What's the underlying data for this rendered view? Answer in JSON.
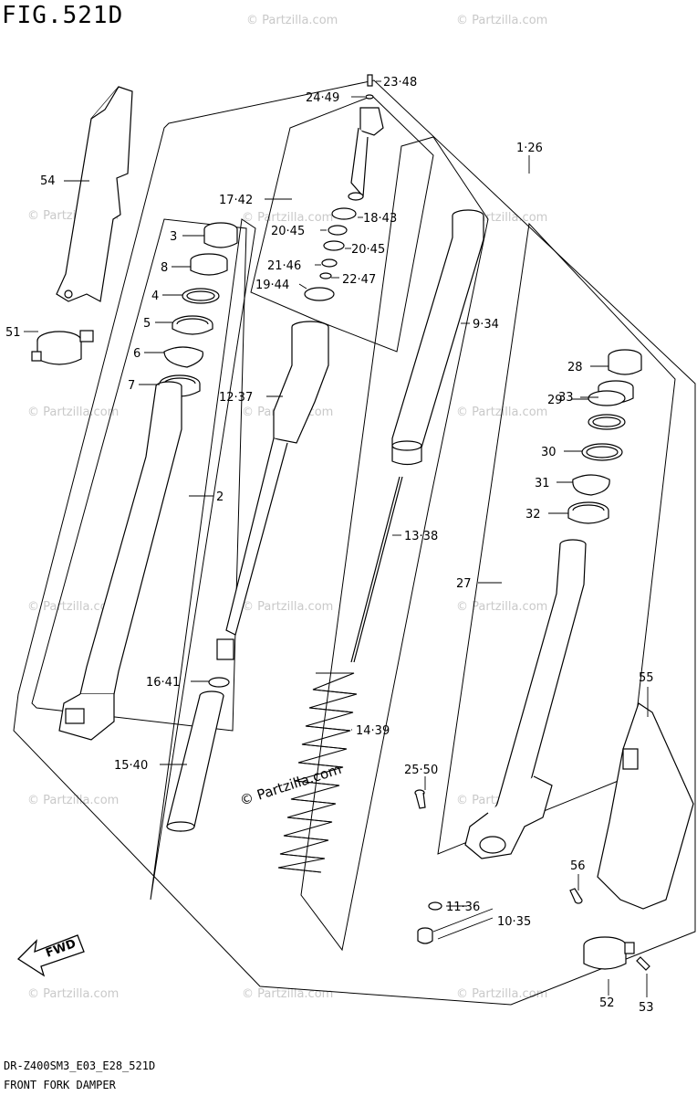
{
  "figure": {
    "title": "FIG.521D",
    "model_code": "DR-Z400SM3_E03_E28_521D",
    "caption": "FRONT FORK DAMPER",
    "direction_arrow": "FWD",
    "watermark": "© Partzilla.com"
  },
  "callouts": [
    {
      "id": "c-23-48",
      "text": "23·48"
    },
    {
      "id": "c-24-49",
      "text": "24·49"
    },
    {
      "id": "c-1-26",
      "text": "1·26"
    },
    {
      "id": "c-54",
      "text": "54"
    },
    {
      "id": "c-17-42",
      "text": "17·42"
    },
    {
      "id": "c-18-43",
      "text": "18·43"
    },
    {
      "id": "c-20-45a",
      "text": "20·45"
    },
    {
      "id": "c-20-45b",
      "text": "20·45"
    },
    {
      "id": "c-21-46",
      "text": "21·46"
    },
    {
      "id": "c-22-47",
      "text": "22·47"
    },
    {
      "id": "c-19-44",
      "text": "19·44"
    },
    {
      "id": "c-3",
      "text": "3"
    },
    {
      "id": "c-8",
      "text": "8"
    },
    {
      "id": "c-4",
      "text": "4"
    },
    {
      "id": "c-5",
      "text": "5"
    },
    {
      "id": "c-6",
      "text": "6"
    },
    {
      "id": "c-7",
      "text": "7"
    },
    {
      "id": "c-51",
      "text": "51"
    },
    {
      "id": "c-9-34",
      "text": "9·34"
    },
    {
      "id": "c-12-37",
      "text": "12·37"
    },
    {
      "id": "c-2",
      "text": "2"
    },
    {
      "id": "c-28",
      "text": "28"
    },
    {
      "id": "c-33",
      "text": "33"
    },
    {
      "id": "c-29",
      "text": "29"
    },
    {
      "id": "c-30",
      "text": "30"
    },
    {
      "id": "c-31",
      "text": "31"
    },
    {
      "id": "c-32",
      "text": "32"
    },
    {
      "id": "c-13-38",
      "text": "13·38"
    },
    {
      "id": "c-27",
      "text": "27"
    },
    {
      "id": "c-16-41",
      "text": "16·41"
    },
    {
      "id": "c-14-39",
      "text": "14·39"
    },
    {
      "id": "c-55",
      "text": "55"
    },
    {
      "id": "c-15-40",
      "text": "15·40"
    },
    {
      "id": "c-25-50",
      "text": "25·50"
    },
    {
      "id": "c-56",
      "text": "56"
    },
    {
      "id": "c-11-36",
      "text": "11·36"
    },
    {
      "id": "c-10-35",
      "text": "10·35"
    },
    {
      "id": "c-52",
      "text": "52"
    },
    {
      "id": "c-53",
      "text": "53"
    }
  ]
}
